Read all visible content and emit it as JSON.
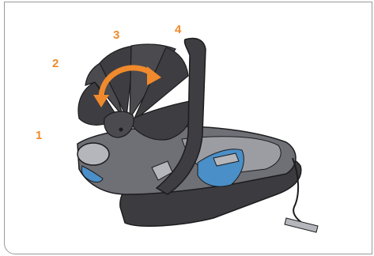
{
  "steps": [
    "1",
    "2",
    "3",
    "4"
  ],
  "colors": {
    "accent": "#f08a2c",
    "canopy_dark": "#3e3e42",
    "canopy_mid": "#4a4a4f",
    "shell_grey": "#6f7076",
    "shell_light": "#9c9da3",
    "fabric_blue": "#4a8fc7",
    "outline": "#1c1c1e",
    "frame": "#9a9a9a"
  },
  "icons": {
    "rotate_arrow": "curved-arrow-clockwise"
  }
}
